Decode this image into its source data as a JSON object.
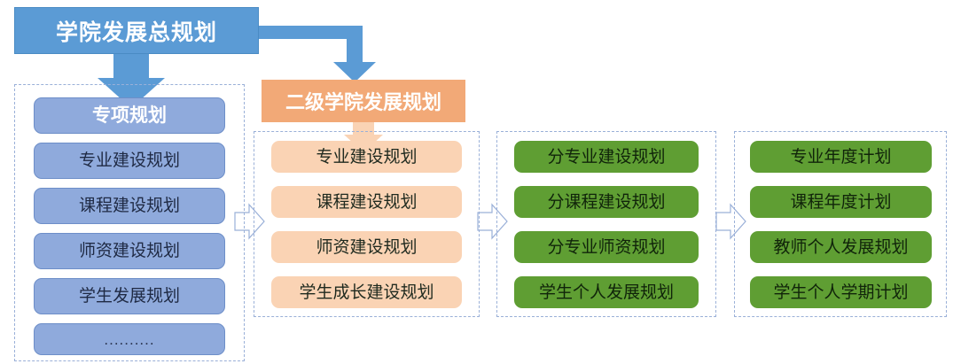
{
  "diagram": {
    "title": "学院发展总规划",
    "subtitle": "二级学院发展规划",
    "colors": {
      "title_blue": "#5b9bd5",
      "node_blue": "#8faadc",
      "subhead_orange": "#f2a977",
      "node_orange": "#fad3b4",
      "node_green": "#5f9e33",
      "group_border": "#9ab0d8"
    },
    "columns": [
      {
        "id": "special-plans",
        "items": [
          {
            "label": "专项规划",
            "style": "head"
          },
          {
            "label": "专业建设规划",
            "style": "item"
          },
          {
            "label": "课程建设规划",
            "style": "item"
          },
          {
            "label": "师资建设规划",
            "style": "item"
          },
          {
            "label": "学生发展规划",
            "style": "item"
          },
          {
            "label": "..........",
            "style": "dots"
          }
        ]
      },
      {
        "id": "secondary-college-plans",
        "items": [
          {
            "label": "专业建设规划",
            "style": "item"
          },
          {
            "label": "课程建设规划",
            "style": "item"
          },
          {
            "label": "师资建设规划",
            "style": "item"
          },
          {
            "label": "学生成长建设规划",
            "style": "item"
          }
        ]
      },
      {
        "id": "sub-plans",
        "items": [
          {
            "label": "分专业建设规划",
            "style": "item"
          },
          {
            "label": "分课程建设规划",
            "style": "item"
          },
          {
            "label": "分专业师资规划",
            "style": "item"
          },
          {
            "label": "学生个人发展规划",
            "style": "item"
          }
        ]
      },
      {
        "id": "annual-plans",
        "items": [
          {
            "label": "专业年度计划",
            "style": "item"
          },
          {
            "label": "课程年度计划",
            "style": "item"
          },
          {
            "label": "教师个人发展规划",
            "style": "item"
          },
          {
            "label": "学生个人学期计划",
            "style": "item"
          }
        ]
      }
    ],
    "connectors": [
      {
        "id": "title-to-special",
        "type": "down-arrow",
        "color": "#5b9bd5"
      },
      {
        "id": "title-to-subhead",
        "type": "elbow-arrow",
        "color": "#5b9bd5"
      },
      {
        "id": "subhead-to-college",
        "type": "down-arrow",
        "color": "#fad3b4"
      },
      {
        "id": "special-to-college",
        "type": "right-arrow-outline",
        "color": "#9ab0d8"
      },
      {
        "id": "college-to-sub",
        "type": "right-arrow-outline",
        "color": "#9ab0d8"
      },
      {
        "id": "sub-to-annual",
        "type": "right-arrow-outline",
        "color": "#9ab0d8"
      }
    ]
  }
}
